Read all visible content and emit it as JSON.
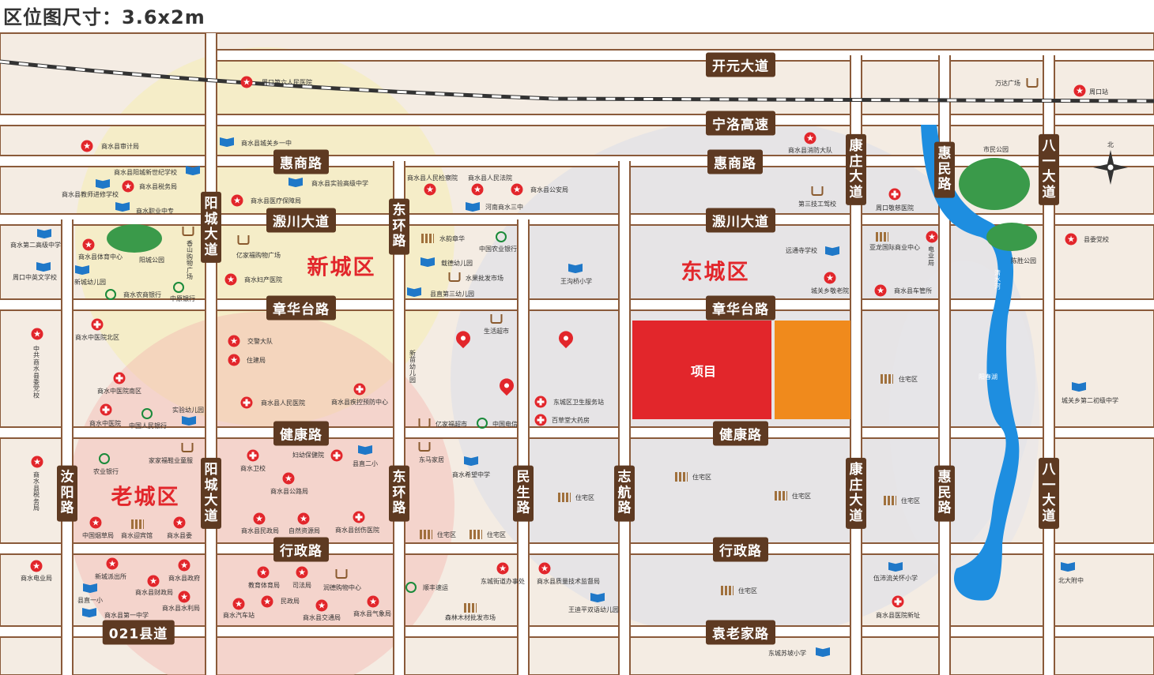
{
  "title": "区位图尺寸：3.6x2m",
  "colors": {
    "background": "#f4ece3",
    "road": "#5e3a22",
    "district_text": "#e2262b",
    "project_red": "#e2262b",
    "project_orange": "#f08a1c",
    "water": "#1e8ee0",
    "park": "#3a9a4a",
    "railway": "#333333"
  },
  "roads_h": [
    {
      "id": "kaiyuan",
      "label": "开元大道"
    },
    {
      "id": "ningluo",
      "label": "宁洛高速"
    },
    {
      "id": "huishang_w",
      "label": "惠商路"
    },
    {
      "id": "huishang_e",
      "label": "惠商路"
    },
    {
      "id": "yinchuan_w",
      "label": "溵川大道"
    },
    {
      "id": "yinchuan_e",
      "label": "溵川大道"
    },
    {
      "id": "zhanghua_w",
      "label": "章华台路"
    },
    {
      "id": "zhanghua_e",
      "label": "章华台路"
    },
    {
      "id": "jiankang_w",
      "label": "健康路"
    },
    {
      "id": "jiankang_e",
      "label": "健康路"
    },
    {
      "id": "xingzheng_w",
      "label": "行政路"
    },
    {
      "id": "xingzheng_e",
      "label": "行政路"
    },
    {
      "id": "yuanlaojia",
      "label": "袁老家路"
    },
    {
      "id": "county021",
      "label": "021县道"
    }
  ],
  "roads_v": [
    {
      "id": "yangcheng_n",
      "label": "阳城大道"
    },
    {
      "id": "yangcheng_s",
      "label": "阳城大道"
    },
    {
      "id": "dongmen_n",
      "label": "东环路"
    },
    {
      "id": "dongmen_s",
      "label": "东环路"
    },
    {
      "id": "ruyang",
      "label": "汝阳路"
    },
    {
      "id": "minsheng",
      "label": "民生路"
    },
    {
      "id": "zhihang",
      "label": "志航路"
    },
    {
      "id": "kangzhuang_n",
      "label": "康庄大道"
    },
    {
      "id": "kangzhuang_s",
      "label": "康庄大道"
    },
    {
      "id": "huimin_n",
      "label": "惠民路"
    },
    {
      "id": "huimin_s",
      "label": "惠民路"
    },
    {
      "id": "bayi_n",
      "label": "八一大道"
    },
    {
      "id": "bayi_s",
      "label": "八一大道"
    }
  ],
  "districts": [
    {
      "id": "xincheng",
      "label": "新城区"
    },
    {
      "id": "dongcheng",
      "label": "东城区"
    },
    {
      "id": "laocheng",
      "label": "老城区"
    }
  ],
  "project": {
    "label": "项目"
  },
  "pois": [
    {
      "id": "p1",
      "label": "周口第六人民医院",
      "icon": "star"
    },
    {
      "id": "p2",
      "label": "万达广场",
      "icon": "cart"
    },
    {
      "id": "p3",
      "label": "周口站",
      "icon": "station"
    },
    {
      "id": "p4",
      "label": "商水县审计局",
      "icon": "star"
    },
    {
      "id": "p5",
      "label": "商水县城关乡一中",
      "icon": "book"
    },
    {
      "id": "p6",
      "label": "商水县消防大队",
      "icon": "star"
    },
    {
      "id": "p7",
      "label": "市民公园",
      "icon": "park"
    },
    {
      "id": "p8",
      "label": "商水县阳城新世纪学校",
      "icon": "book"
    },
    {
      "id": "p9",
      "label": "商水县税务局",
      "icon": "star"
    },
    {
      "id": "p10",
      "label": "商水县教师进修学校",
      "icon": "book"
    },
    {
      "id": "p11",
      "label": "商水职业中专",
      "icon": "book"
    },
    {
      "id": "p12",
      "label": "商水县医疗保障局",
      "icon": "star"
    },
    {
      "id": "p13",
      "label": "商水县实验高级中学",
      "icon": "book"
    },
    {
      "id": "p14",
      "label": "商水县人民检察院",
      "icon": "star"
    },
    {
      "id": "p15",
      "label": "商水县人民法院",
      "icon": "star"
    },
    {
      "id": "p16",
      "label": "商水县公安局",
      "icon": "star"
    },
    {
      "id": "p17",
      "label": "河南商水三中",
      "icon": "book"
    },
    {
      "id": "p18",
      "label": "第三技工驾校",
      "icon": "car"
    },
    {
      "id": "p19",
      "label": "周口敬慈医院",
      "icon": "cross"
    },
    {
      "id": "p20",
      "label": "商水第二高级中学",
      "icon": "book"
    },
    {
      "id": "p21",
      "label": "商水县体育中心",
      "icon": "star"
    },
    {
      "id": "p22",
      "label": "阳城公园",
      "icon": "park"
    },
    {
      "id": "p23",
      "label": "香山购物广场",
      "icon": "cart"
    },
    {
      "id": "p24",
      "label": "亿家福购物广场",
      "icon": "cart"
    },
    {
      "id": "p25",
      "label": "水韵章华",
      "icon": "bldg"
    },
    {
      "id": "p26",
      "label": "中国农业银行",
      "icon": "bank"
    },
    {
      "id": "p27",
      "label": "远通寺学校",
      "icon": "book"
    },
    {
      "id": "p28",
      "label": "亚龙国际商业中心",
      "icon": "bldg"
    },
    {
      "id": "p29",
      "label": "电业局",
      "icon": "star"
    },
    {
      "id": "p30",
      "label": "陈胜公园",
      "icon": "park"
    },
    {
      "id": "p31",
      "label": "县委党校",
      "icon": "star"
    },
    {
      "id": "p32",
      "label": "周口中英文学校",
      "icon": "book"
    },
    {
      "id": "p33",
      "label": "新城幼儿园",
      "icon": "book"
    },
    {
      "id": "p34",
      "label": "商水农商银行",
      "icon": "bank"
    },
    {
      "id": "p35",
      "label": "中原银行",
      "icon": "bank"
    },
    {
      "id": "p36",
      "label": "商水妇产医院",
      "icon": "star"
    },
    {
      "id": "p37",
      "label": "载德幼儿园",
      "icon": "book"
    },
    {
      "id": "p38",
      "label": "水果批发市场",
      "icon": "cart"
    },
    {
      "id": "p39",
      "label": "王沟桥小学",
      "icon": "book"
    },
    {
      "id": "p40",
      "label": "县直第三幼儿园",
      "icon": "book"
    },
    {
      "id": "p41",
      "label": "城关乡敬老院",
      "icon": "star"
    },
    {
      "id": "p42",
      "label": "商水县车管所",
      "icon": "star"
    },
    {
      "id": "p43",
      "label": "清水河",
      "icon": "water"
    },
    {
      "id": "p44",
      "label": "商水中医院北区",
      "icon": "cross"
    },
    {
      "id": "p45",
      "label": "交警大队",
      "icon": "star"
    },
    {
      "id": "p46",
      "label": "住建局",
      "icon": "star"
    },
    {
      "id": "p47",
      "label": "生活超市",
      "icon": "cart"
    },
    {
      "id": "p48",
      "label": "中共商水县委党校",
      "icon": "star"
    },
    {
      "id": "p49",
      "label": "新苗幼儿园",
      "icon": "book"
    },
    {
      "id": "p50",
      "label": "商水中医院南区",
      "icon": "cross"
    },
    {
      "id": "p51",
      "label": "商水县人民医院",
      "icon": "cross"
    },
    {
      "id": "p52",
      "label": "商水县疾控预防中心",
      "icon": "cross"
    },
    {
      "id": "p53",
      "label": "住宅区",
      "icon": "bldg"
    },
    {
      "id": "p54",
      "label": "城关乡第二初级中学",
      "icon": "book"
    },
    {
      "id": "p55",
      "label": "阳春湖",
      "icon": "water"
    },
    {
      "id": "p56",
      "label": "商水中医院",
      "icon": "cross"
    },
    {
      "id": "p57",
      "label": "中国人民银行",
      "icon": "bank"
    },
    {
      "id": "p58",
      "label": "实验幼儿园",
      "icon": "book"
    },
    {
      "id": "p59",
      "label": "亿家福超市",
      "icon": "cart"
    },
    {
      "id": "p60",
      "label": "中国电信",
      "icon": "tel"
    },
    {
      "id": "p61",
      "label": "东城区卫生服务站",
      "icon": "cross"
    },
    {
      "id": "p62",
      "label": "百草堂大药房",
      "icon": "cross"
    },
    {
      "id": "p63",
      "label": "农业银行",
      "icon": "bank"
    },
    {
      "id": "p64",
      "label": "家家福鞋业童服",
      "icon": "cart"
    },
    {
      "id": "p65",
      "label": "妇幼保健院",
      "icon": "cross"
    },
    {
      "id": "p66",
      "label": "县直二小",
      "icon": "book"
    },
    {
      "id": "p67",
      "label": "东马家居",
      "icon": "cart"
    },
    {
      "id": "p68",
      "label": "商水希望中学",
      "icon": "book"
    },
    {
      "id": "p69",
      "label": "住宅区",
      "icon": "bldg"
    },
    {
      "id": "p70",
      "label": "住宅区",
      "icon": "bldg"
    },
    {
      "id": "p71",
      "label": "住宅区",
      "icon": "bldg"
    },
    {
      "id": "p72",
      "label": "住宅区",
      "icon": "bldg"
    },
    {
      "id": "p73",
      "label": "商水县税务局",
      "icon": "star"
    },
    {
      "id": "p74",
      "label": "商水卫校",
      "icon": "cross"
    },
    {
      "id": "p75",
      "label": "商水县公路局",
      "icon": "star"
    },
    {
      "id": "p76",
      "label": "中国烟草局",
      "icon": "star"
    },
    {
      "id": "p77",
      "label": "商水迎宾馆",
      "icon": "bldg"
    },
    {
      "id": "p78",
      "label": "商水县委",
      "icon": "star"
    },
    {
      "id": "p79",
      "label": "商水县民政局",
      "icon": "star"
    },
    {
      "id": "p80",
      "label": "自然资源局",
      "icon": "star"
    },
    {
      "id": "p81",
      "label": "商水县创伤医院",
      "icon": "cross"
    },
    {
      "id": "p82",
      "label": "住宅区",
      "icon": "bldg"
    },
    {
      "id": "p83",
      "label": "住宅区",
      "icon": "bldg"
    },
    {
      "id": "p84",
      "label": "商水电业局",
      "icon": "star"
    },
    {
      "id": "p85",
      "label": "新城派出所",
      "icon": "star"
    },
    {
      "id": "p86",
      "label": "商水县政府",
      "icon": "star"
    },
    {
      "id": "p87",
      "label": "商水县财政局",
      "icon": "star"
    },
    {
      "id": "p88",
      "label": "县直一小",
      "icon": "book"
    },
    {
      "id": "p89",
      "label": "商水县水利局",
      "icon": "star"
    },
    {
      "id": "p90",
      "label": "商水县第一中学",
      "icon": "book"
    },
    {
      "id": "p91",
      "label": "教育体育局",
      "icon": "star"
    },
    {
      "id": "p92",
      "label": "司法局",
      "icon": "star"
    },
    {
      "id": "p93",
      "label": "润德购物中心",
      "icon": "cart"
    },
    {
      "id": "p94",
      "label": "顺丰速运",
      "icon": "sf"
    },
    {
      "id": "p95",
      "label": "东城街道办事处",
      "icon": "star"
    },
    {
      "id": "p96",
      "label": "商水县质量技术监督局",
      "icon": "star"
    },
    {
      "id": "p97",
      "label": "住宅区",
      "icon": "bldg"
    },
    {
      "id": "p98",
      "label": "伍沛流关怀小学",
      "icon": "book"
    },
    {
      "id": "p99",
      "label": "北大附中",
      "icon": "book"
    },
    {
      "id": "p100",
      "label": "民政局",
      "icon": "star"
    },
    {
      "id": "p101",
      "label": "商水汽车站",
      "icon": "star"
    },
    {
      "id": "p102",
      "label": "商水县交通局",
      "icon": "star"
    },
    {
      "id": "p103",
      "label": "商水县气象局",
      "icon": "star"
    },
    {
      "id": "p104",
      "label": "森林木材批发市场",
      "icon": "bldg"
    },
    {
      "id": "p105",
      "label": "王迪平双语幼儿园",
      "icon": "book"
    },
    {
      "id": "p106",
      "label": "商水县医院新址",
      "icon": "cross"
    },
    {
      "id": "p107",
      "label": "东城苏坡小学",
      "icon": "book"
    }
  ],
  "compass_label": "北"
}
